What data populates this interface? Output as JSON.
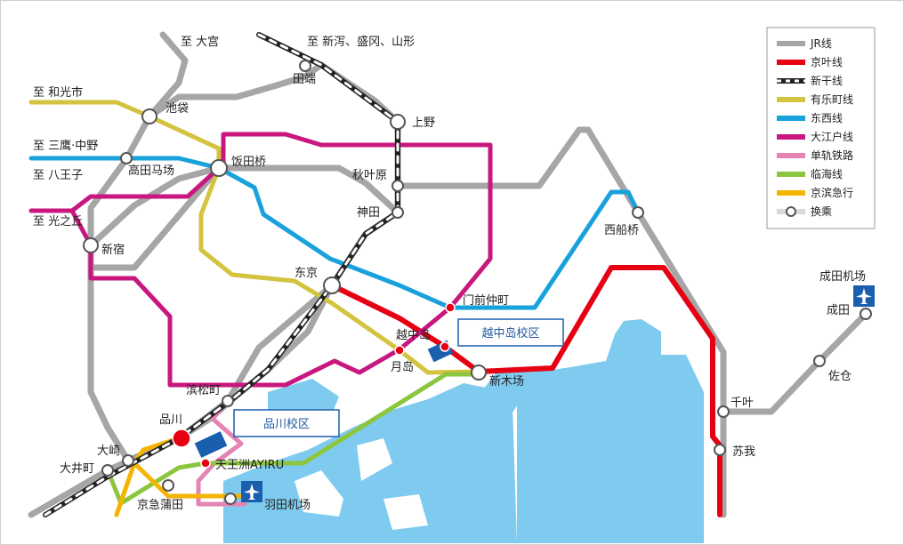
{
  "legend": [
    {
      "name": "JR线",
      "color": "#a6a6a6",
      "style": "solid"
    },
    {
      "name": "京叶线",
      "color": "#e60012",
      "style": "solid"
    },
    {
      "name": "新干线",
      "color": "#222222",
      "style": "shinkansen"
    },
    {
      "name": "有乐町线",
      "color": "#d4c33f",
      "style": "solid"
    },
    {
      "name": "东西线",
      "color": "#19a1dc",
      "style": "solid"
    },
    {
      "name": "大江户线",
      "color": "#c8177f",
      "style": "solid"
    },
    {
      "name": "单轨铁路",
      "color": "#e583b5",
      "style": "solid"
    },
    {
      "name": "临海线",
      "color": "#8cc63f",
      "style": "solid"
    },
    {
      "name": "京滨急行",
      "color": "#f5b400",
      "style": "solid"
    },
    {
      "name": "换乘",
      "color": "#ffffff",
      "style": "transfer"
    }
  ],
  "directions": {
    "omiya": "至 大宫",
    "niigata": "至 新泻、盛冈、山形",
    "wakoshi": "至 和光市",
    "mitaka": "至 三鹰·中野",
    "hachioji": "至 八王子",
    "hikarigaoka": "至 光之丘"
  },
  "stations": {
    "tabata": "田端",
    "ikebukuro": "池袋",
    "ueno": "上野",
    "takadanobaba": "高田马场",
    "iidabashi": "饭田桥",
    "akihabara": "秋叶原",
    "kanda": "神田",
    "shinjuku": "新宿",
    "nishifunabashi": "西船桥",
    "tokyo": "东京",
    "monzennakacho": "门前仲町",
    "narita_airport": "成田机场",
    "narita": "成田",
    "etchujima": "越中岛",
    "tsukishima": "月岛",
    "shinkiba": "新木场",
    "sakura": "佐仓",
    "hamamatsucho": "滨松町",
    "chiba": "千叶",
    "shinagawa": "品川",
    "osaki": "大崎",
    "tennozu": "天王洲AYIRU",
    "soga": "苏我",
    "oimachi": "大井町",
    "keikyukamata": "京急蒲田",
    "haneda": "羽田机场"
  },
  "campuses": {
    "etchujima": "越中岛校区",
    "shinagawa": "品川校区"
  },
  "colors": {
    "water": "#7fcbef",
    "campus": "#1a5fae",
    "airport": "#1a5fae"
  }
}
